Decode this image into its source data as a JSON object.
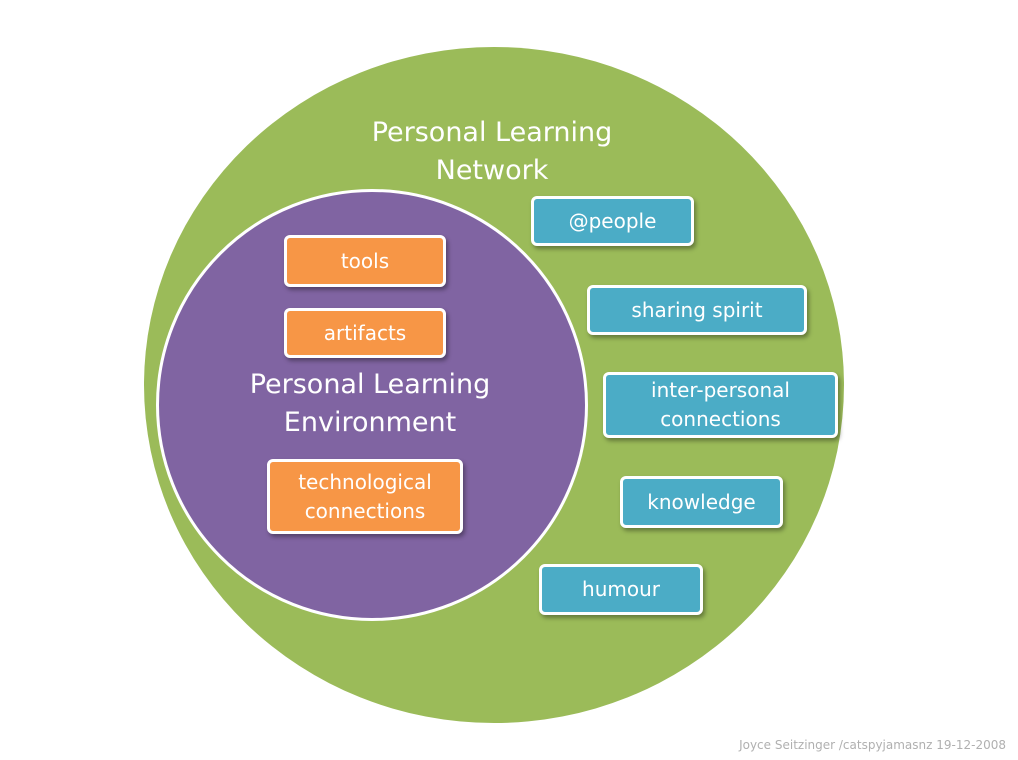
{
  "network": {
    "title": "Personal Learning\nNetwork",
    "color": "#9bbb59",
    "items": [
      "@people",
      "sharing spirit",
      "inter-personal\nconnections",
      "knowledge",
      "humour"
    ],
    "item_color": "#4bacc6"
  },
  "environment": {
    "title": "Personal Learning\nEnvironment",
    "color": "#8064a2",
    "items": [
      "tools",
      "artifacts",
      "technological\nconnections"
    ],
    "item_color": "#f79646"
  },
  "credit": "Joyce Seitzinger /catspyjamasnz  19-12-2008"
}
